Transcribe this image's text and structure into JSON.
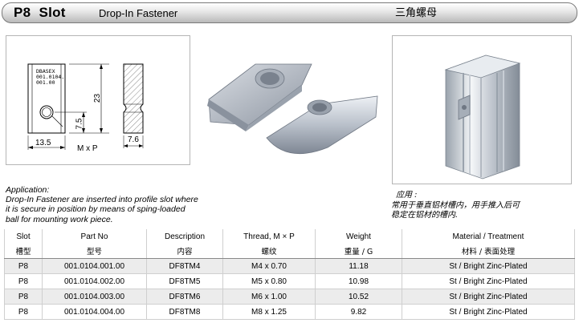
{
  "header": {
    "slot": "P8  Slot",
    "subtitle": "Drop-In Fastener",
    "subtitle_cn": "三角螺母"
  },
  "drawing": {
    "label_lines": [
      "DBASEX",
      "001.0104.",
      "001.00"
    ],
    "dim_height": "23",
    "dim_hole": "7.5",
    "dim_width": "13.5",
    "dim_thread": "M x P",
    "dim_side": "7.6"
  },
  "application": {
    "title": "Application:",
    "lines": [
      "Drop-In Fastener are inserted into profile slot where",
      "it is secure in position by means of sping-loaded",
      "ball for mounting work piece."
    ],
    "cn_title": "应用 :",
    "cn_lines": [
      "常用于垂直铝材槽内，用手推入后可",
      "稳定在铝材的槽内."
    ]
  },
  "table": {
    "headers": [
      "Slot",
      "Part No",
      "Description",
      "Thread, M × P",
      "Weight",
      "Material / Treatment"
    ],
    "headers_cn": [
      "槽型",
      "型号",
      "内容",
      "螺纹",
      "重量 / G",
      "材料 / 表面处理"
    ],
    "rows": [
      [
        "P8",
        "001.0104.001.00",
        "DF8TM4",
        "M4 x 0.70",
        "11.18",
        "St / Bright Zinc-Plated"
      ],
      [
        "P8",
        "001.0104.002.00",
        "DF8TM5",
        "M5 x 0.80",
        "10.98",
        "St / Bright Zinc-Plated"
      ],
      [
        "P8",
        "001.0104.003.00",
        "DF8TM6",
        "M6 x 1.00",
        "10.52",
        "St / Bright Zinc-Plated"
      ],
      [
        "P8",
        "001.0104.004.00",
        "DF8TM8",
        "M8 x 1.25",
        "9.82",
        "St / Bright Zinc-Plated"
      ]
    ]
  }
}
